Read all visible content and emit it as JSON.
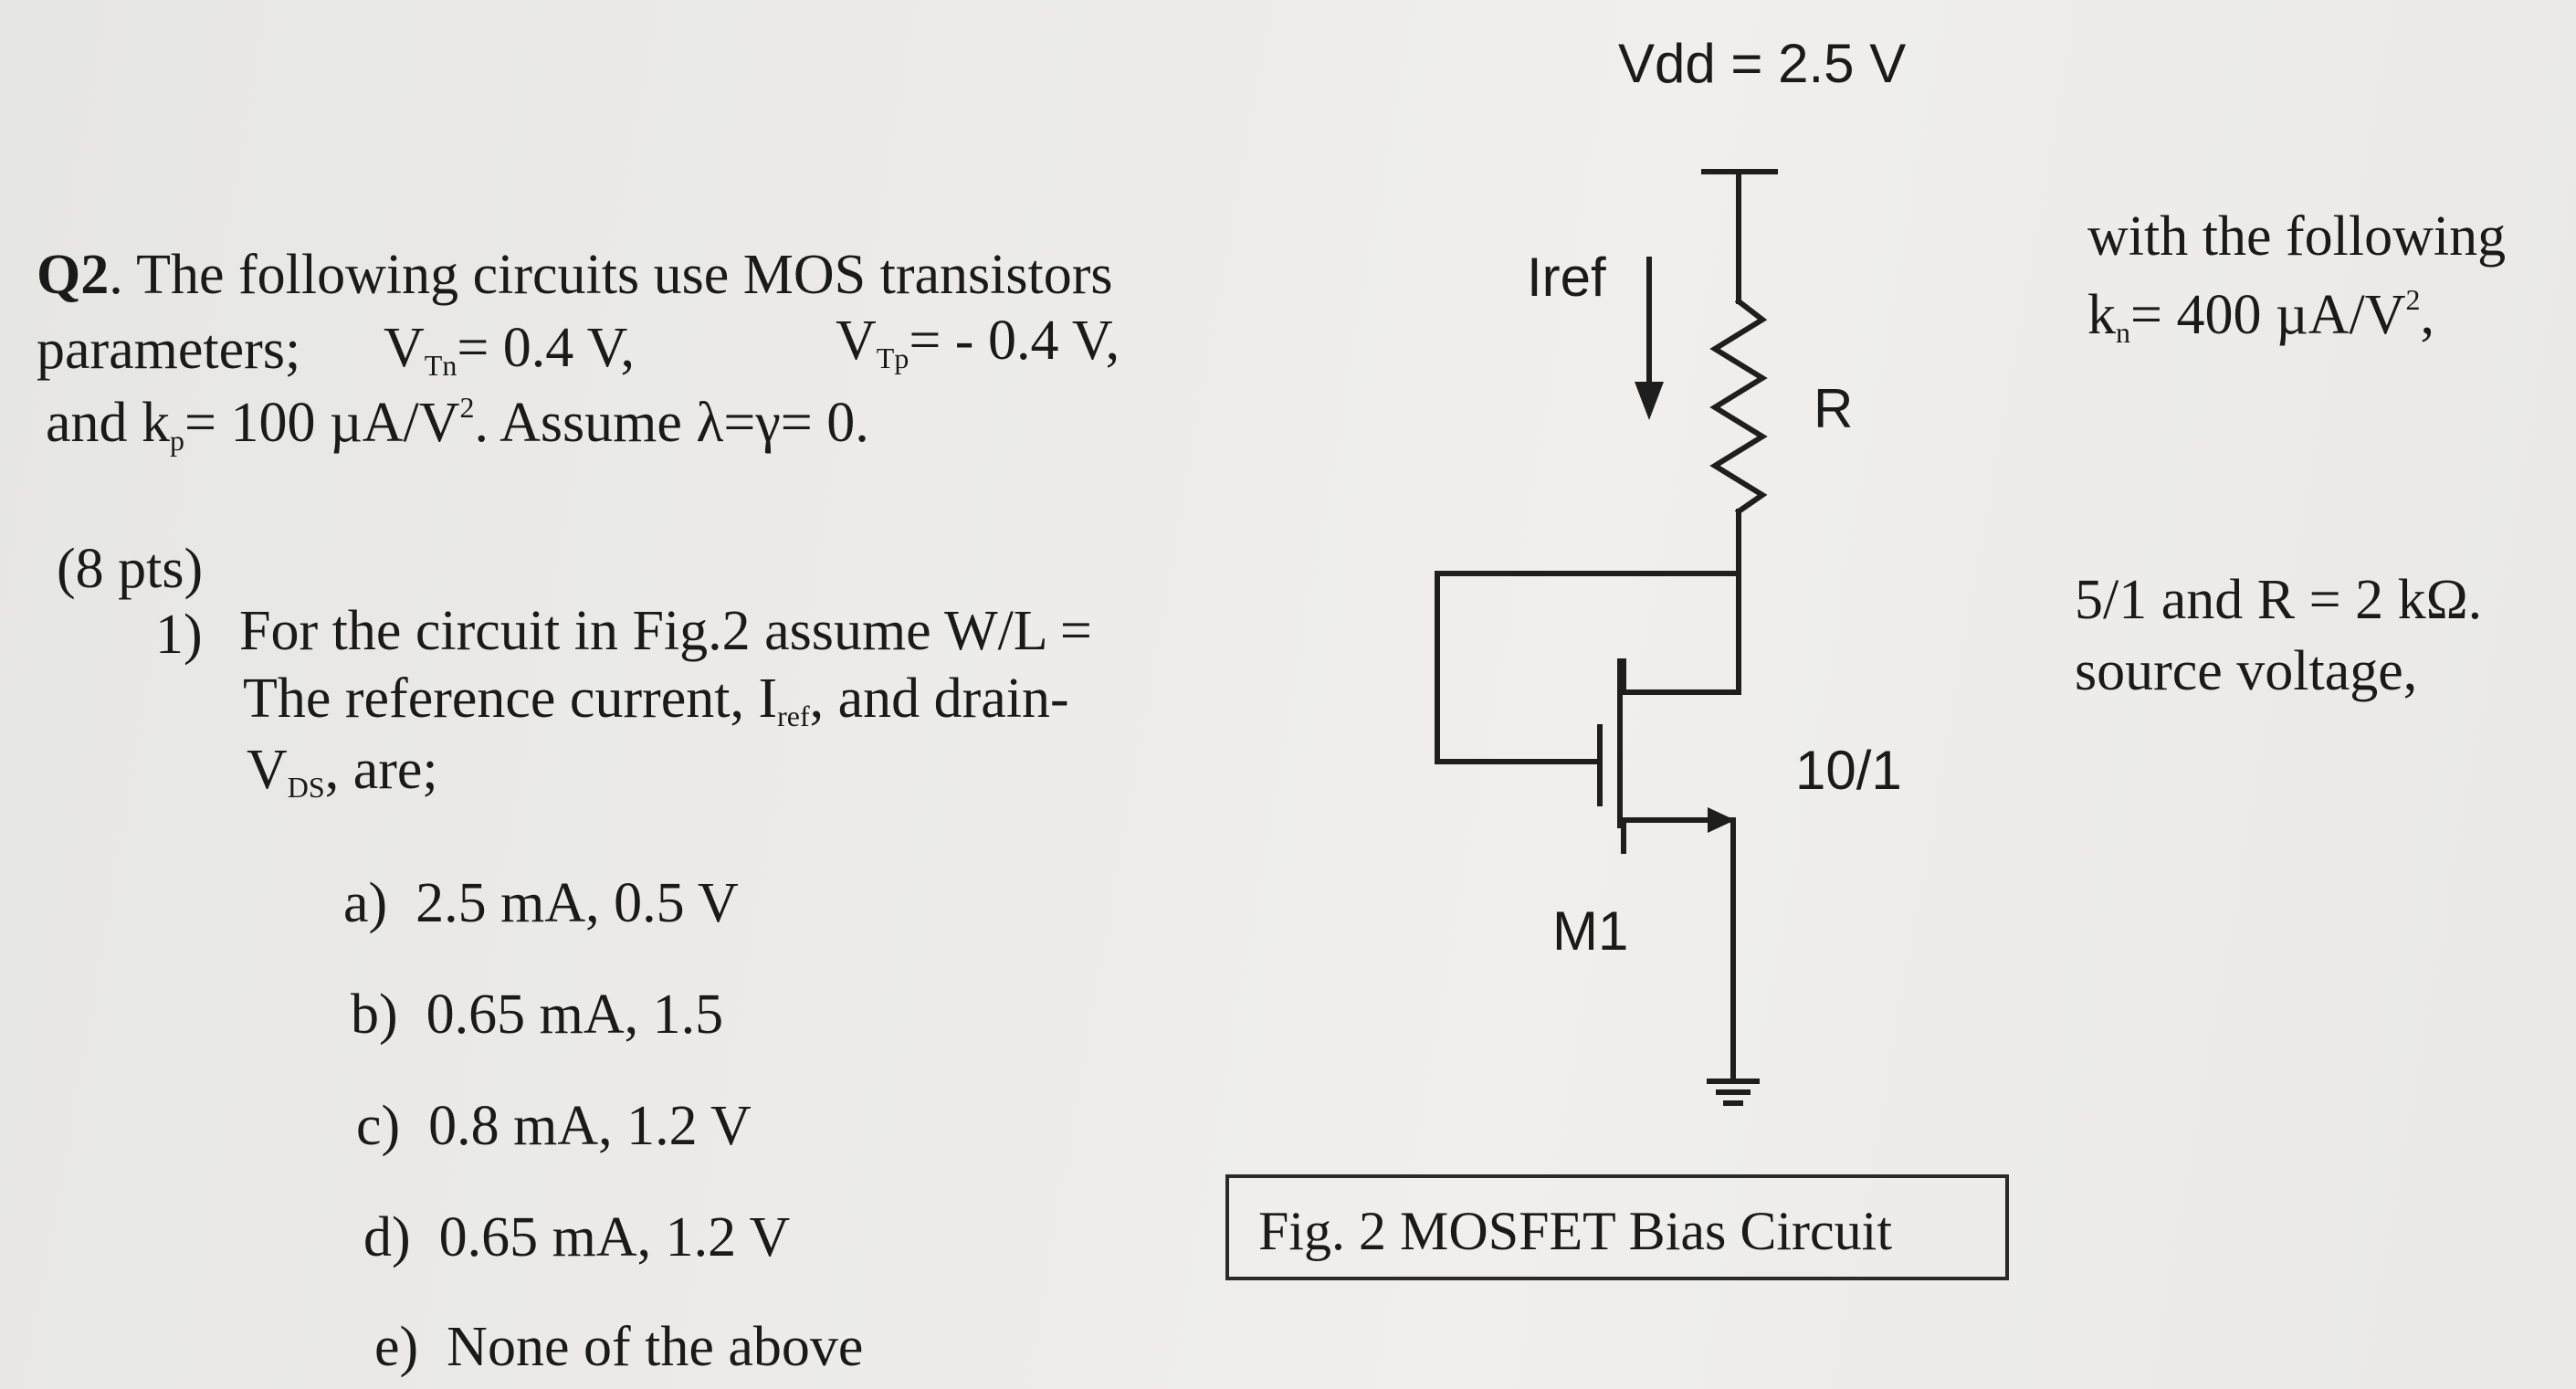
{
  "question": {
    "q_label": "Q2",
    "line1": ". The following circuits use MOS transistors",
    "line1_right": "with the following",
    "params_prefix": "parameters;",
    "vtn_sym": "V",
    "vtn_sub": "Tn",
    "vtn_val": "= 0.4 V,",
    "vtp_sym": "V",
    "vtp_sub": "Tp",
    "vtp_val": "= - 0.4 V,",
    "kn_sym": "k",
    "kn_sub": "n",
    "kn_val": "= 400 µA/V",
    "kn_sup": "2",
    "kn_tail": ",",
    "line3_prefix": "and k",
    "kp_sub": "p",
    "line3_mid": "= 100 µA/V",
    "kp_sup": "2",
    "line3_tail": ". Assume λ=γ= 0."
  },
  "part": {
    "pts": "(8 pts)",
    "num": "1)",
    "line1": "For the circuit in Fig.2 assume W/L =",
    "line1_right": "5/1 and  R = 2 kΩ.",
    "line2_a": "The reference current, I",
    "line2_sub": "ref",
    "line2_b": ", and drain-",
    "line2_right": "source voltage,",
    "line3_a": "V",
    "line3_sub": "DS",
    "line3_b": ", are;"
  },
  "options": [
    {
      "letter": "a)",
      "text": "2.5 mA, 0.5 V"
    },
    {
      "letter": "b)",
      "text": "0.65 mA, 1.5"
    },
    {
      "letter": "c)",
      "text": "0.8 mA, 1.2 V"
    },
    {
      "letter": "d)",
      "text": "0.65 mA, 1.2 V"
    },
    {
      "letter": "e)",
      "text": "None of the above"
    }
  ],
  "circuit": {
    "vdd": "Vdd = 2.5 V",
    "iref": "Iref",
    "r": "R",
    "ratio": "10/1",
    "m1": "M1",
    "caption": "Fig. 2 MOSFET Bias Circuit"
  }
}
